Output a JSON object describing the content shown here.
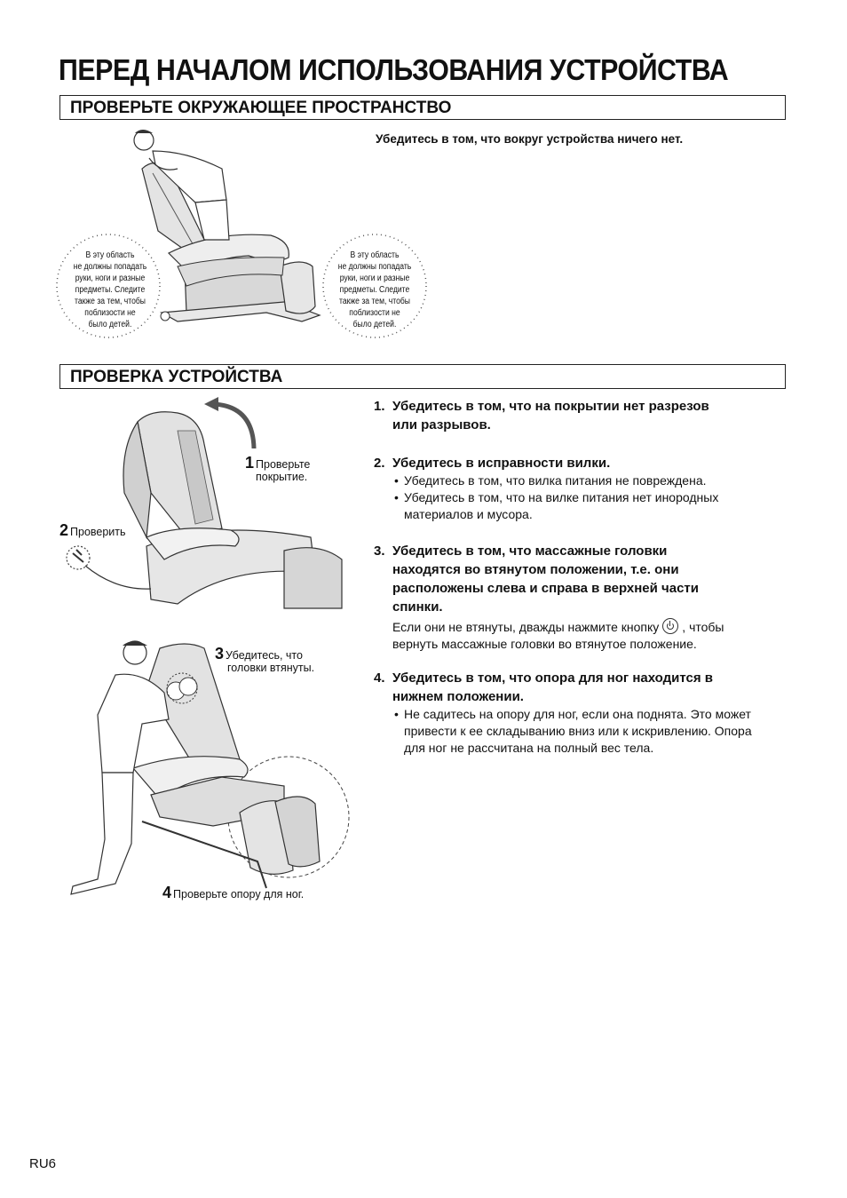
{
  "title": "ПЕРЕД НАЧАЛОМ ИСПОЛЬЗОВАНИЯ УСТРОЙСТВА",
  "section1": {
    "heading": "ПРОВЕРЬТЕ ОКРУЖАЮЩЕЕ ПРОСТРАНСТВО",
    "lead": "Убедитесь в том, что вокруг устройства ничего нет.",
    "warning_left": [
      "В эту область",
      "не должны попадать",
      "руки, ноги и разные",
      "предметы. Следите",
      "также за тем, чтобы",
      "поблизости не",
      "было детей."
    ],
    "warning_right": [
      "В эту область",
      "не должны попадать",
      "руки, ноги и разные",
      "предметы. Следите",
      "также за тем, чтобы",
      "поблизости не",
      "было детей."
    ]
  },
  "section2": {
    "heading": "ПРОВЕРКА УСТРОЙСТВА",
    "labels": {
      "l1_num": "1",
      "l1_a": "Проверьте",
      "l1_b": "покрытие.",
      "l2_num": "2",
      "l2": "Проверить",
      "l3_num": "3",
      "l3_a": "Убедитесь, что",
      "l3_b": "головки втянуты.",
      "l4_num": "4",
      "l4": "Проверьте опору для ног."
    },
    "steps": [
      {
        "num": "1.",
        "head": [
          "Убедитесь в том, что на покрытии нет разрезов",
          "или разрывов."
        ]
      },
      {
        "num": "2.",
        "head": [
          "Убедитесь в исправности вилки."
        ],
        "bullets": [
          "Убедитесь в том, что вилка питания не повреждена.",
          "Убедитесь в том, что на вилке питания нет инородных материалов и мусора."
        ]
      },
      {
        "num": "3.",
        "head": [
          "Убедитесь в том, что массажные головки",
          "находятся во втянутом положении, т.е. они",
          "расположены слева и справа в верхней части",
          "спинки."
        ],
        "text_a": "Если они не втянуты, дважды нажмите кнопку",
        "text_b": ", чтобы",
        "text_c": "вернуть массажные головки во втянутое положение."
      },
      {
        "num": "4.",
        "head": [
          "Убедитесь в том, что опора для ног находится в",
          "нижнем положении."
        ],
        "bullets": [
          "Не садитесь на опору для ног, если она поднята. Это может привести к ее складыванию вниз или к искривлению. Опора для ног не рассчитана на полный вес тела."
        ]
      }
    ]
  },
  "page_number": "RU6",
  "icons": [
    "power-button-icon",
    "power-plug-icon",
    "rotate-arrow-icon"
  ]
}
